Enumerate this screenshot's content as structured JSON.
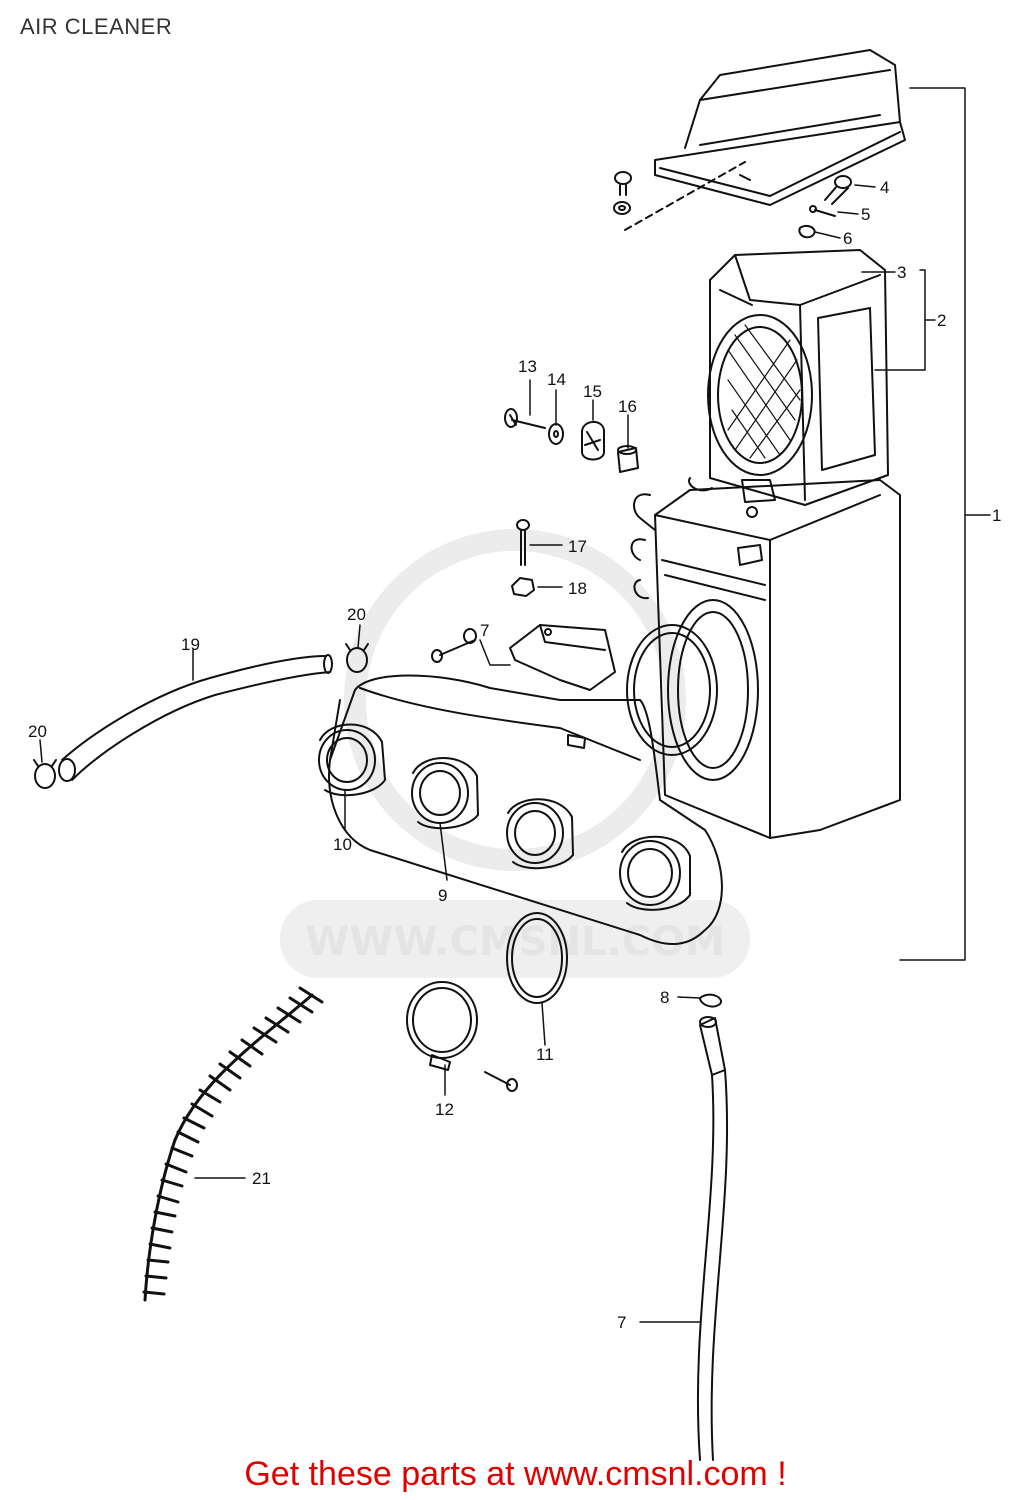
{
  "page": {
    "title": "AIR CLEANER",
    "footer_link": "Get these parts at www.cmsnl.com !"
  },
  "watermark": {
    "text": "WWW.CMSNL.COM"
  },
  "callouts": {
    "c1": "1",
    "c2": "2",
    "c3": "3",
    "c4": "4",
    "c5": "5",
    "c6": "6",
    "c7": "7",
    "c7b": "7",
    "c8": "8",
    "c9": "9",
    "c10": "10",
    "c11": "11",
    "c12": "12",
    "c13": "13",
    "c14": "14",
    "c15": "15",
    "c16": "16",
    "c17": "17",
    "c18": "18",
    "c19": "19",
    "c20": "20",
    "c20b": "20",
    "c21": "21"
  },
  "colors": {
    "line": "#111111",
    "footer": "#e00000",
    "watermark": "#e4e4e4"
  }
}
